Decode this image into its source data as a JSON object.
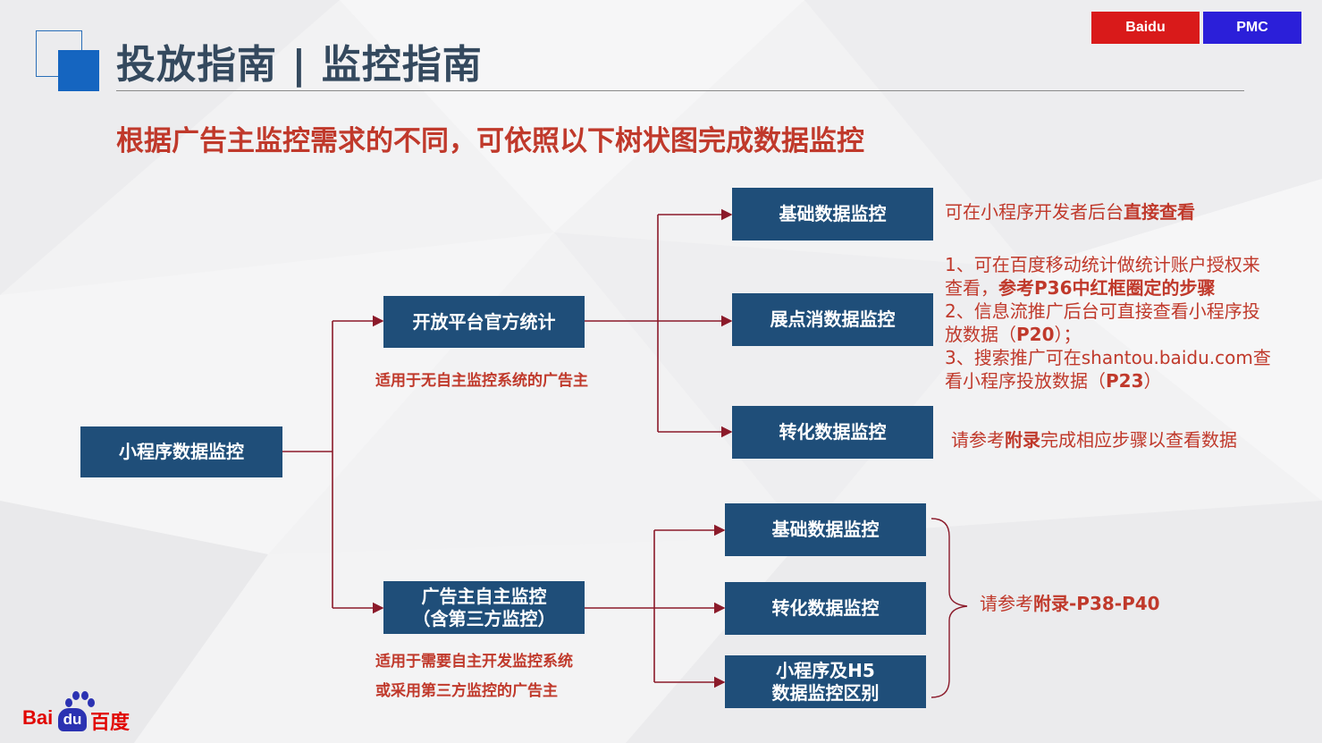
{
  "tags": {
    "baidu": "Baidu",
    "pmc": "PMC"
  },
  "title": "投放指南 | 监控指南",
  "subtitle": "根据广告主监控需求的不同，可依照以下树状图完成数据监控",
  "diagram": {
    "root": "小程序数据监控",
    "branch_official": {
      "label": "开放平台官方统计",
      "note": "适用于无自主监控系统的广告主",
      "children": [
        "基础数据监控",
        "展点消数据监控",
        "转化数据监控"
      ]
    },
    "branch_self": {
      "label_line1": "广告主自主监控",
      "label_line2": "（含第三方监控）",
      "note_line1": "适用于需要自主开发监控系统",
      "note_line2": "或采用第三方监控的广告主",
      "children": [
        "基础数据监控",
        "转化数据监控"
      ],
      "child3_line1": "小程序及H5",
      "child3_line2": "数据监控区别"
    },
    "descriptions": {
      "basic_pre": "可在小程序开发者后台",
      "basic_bold": "直接查看",
      "display_l1": "1、可在百度移动统计做统计账户授权来",
      "display_l2_pre": "查看，",
      "display_l2_bold": "参考P36中红框圈定的步骤",
      "display_l3": "2、信息流推广后台可直接查看小程序投",
      "display_l4_pre": "放数据（",
      "display_l4_bold": "P20",
      "display_l4_post": "）；",
      "display_l5": "3、搜索推广可在shantou.baidu.com查",
      "display_l6_pre": "看小程序投放数据（",
      "display_l6_bold": "P23",
      "display_l6_post": "）",
      "conversion_pre": "请参考",
      "conversion_bold": "附录",
      "conversion_post": "完成相应步骤以查看数据",
      "self_pre": "请参考",
      "self_bold": "附录-P38-P40"
    }
  },
  "footer_logo": {
    "bai": "Bai",
    "du": "du",
    "cn": "百度"
  },
  "colors": {
    "box": "#1f4e79",
    "accent": "#c0392b",
    "title": "#34495e",
    "connector": "#8b1a2a"
  }
}
